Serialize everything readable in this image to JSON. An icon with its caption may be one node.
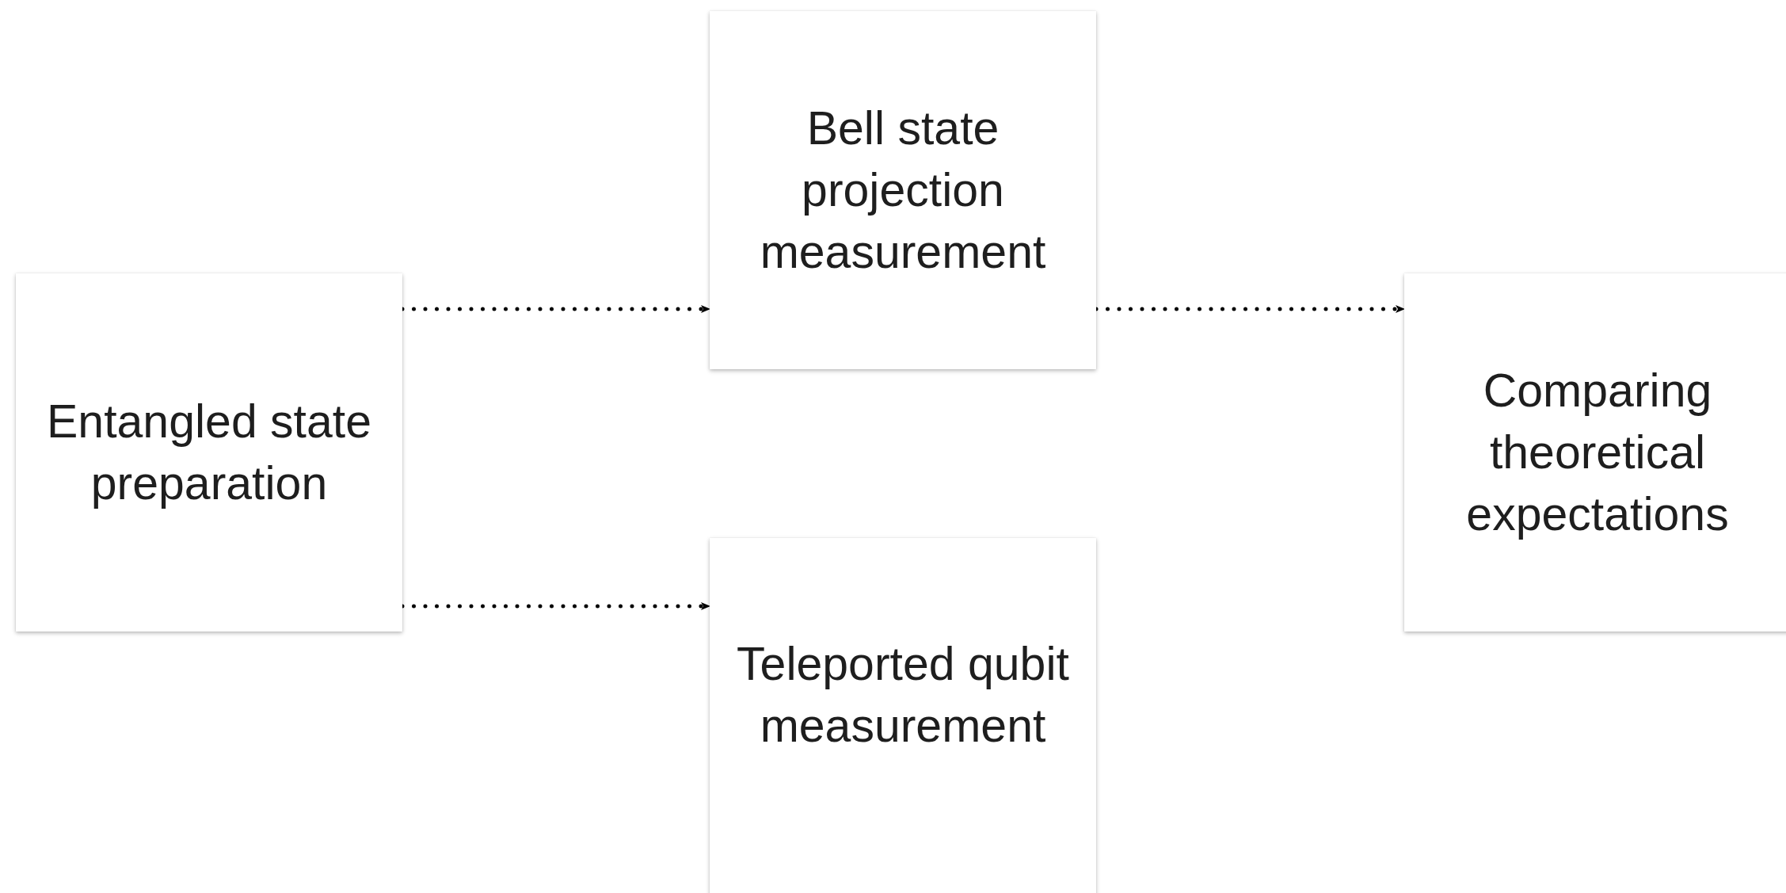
{
  "diagram": {
    "nodes": [
      {
        "text": [
          "Entangled state preparation"
        ]
      },
      {
        "text": [
          "Bell state projection measurement"
        ]
      },
      {
        "text": [
          "Teleported qubit measurement"
        ]
      },
      {
        "text": [
          "Comparing theoretical expectations"
        ]
      }
    ],
    "edges": [
      {
        "from": 0,
        "to": 1,
        "arrow": "to",
        "style": "dashed"
      },
      {
        "from": 0,
        "to": 2,
        "arrow": "to",
        "style": "dashed"
      },
      {
        "from": 1,
        "to": 3,
        "arrow": "to",
        "style": "dashed"
      }
    ]
  }
}
